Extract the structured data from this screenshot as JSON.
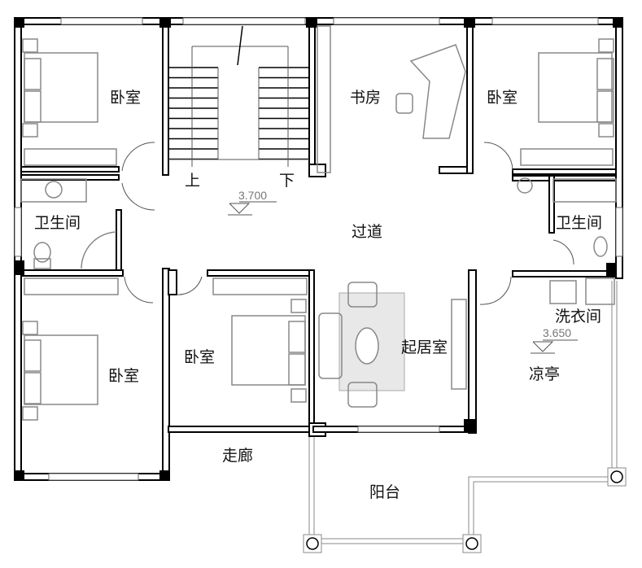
{
  "rooms": {
    "bedroom_top_left": "卧室",
    "study": "书房",
    "bedroom_top_right": "卧室",
    "bathroom_left": "卫生间",
    "corridor": "过道",
    "bathroom_right": "卫生间",
    "bedroom_bottom_left": "卧室",
    "bedroom_middle": "卧室",
    "living_room": "起居室",
    "laundry": "洗衣间",
    "pavilion": "凉亭",
    "hallway": "走廊",
    "balcony": "阳台"
  },
  "stairs": {
    "up": "上",
    "down": "下"
  },
  "levels": {
    "floor": "3.700",
    "pavilion": "3.650"
  }
}
